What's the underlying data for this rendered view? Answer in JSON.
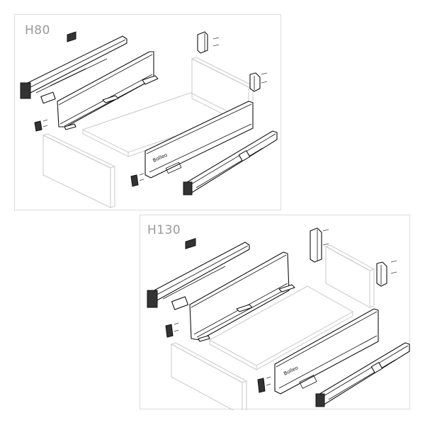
{
  "panels": [
    {
      "id": "h80",
      "label": "H80",
      "components": [
        "left-runner-rail",
        "left-drawer-side",
        "rear-bracket-left",
        "rear-bracket-right",
        "back-panel",
        "drawer-bottom",
        "front-panel",
        "front-fixing-bracket",
        "right-drawer-side",
        "right-runner-rail",
        "front-adapter-plate"
      ]
    },
    {
      "id": "h130",
      "label": "H130",
      "components": [
        "left-runner-rail",
        "left-drawer-side",
        "rear-bracket-left",
        "rear-bracket-right",
        "back-panel",
        "drawer-bottom",
        "front-panel",
        "front-fixing-bracket",
        "right-drawer-side",
        "right-runner-rail",
        "front-adapter-plate"
      ]
    }
  ],
  "colors": {
    "panel_border": "#dcdcdc",
    "label_text": "#9a9a9a",
    "line_art": "#111111",
    "ghost_lines": "#c9c9c9"
  }
}
